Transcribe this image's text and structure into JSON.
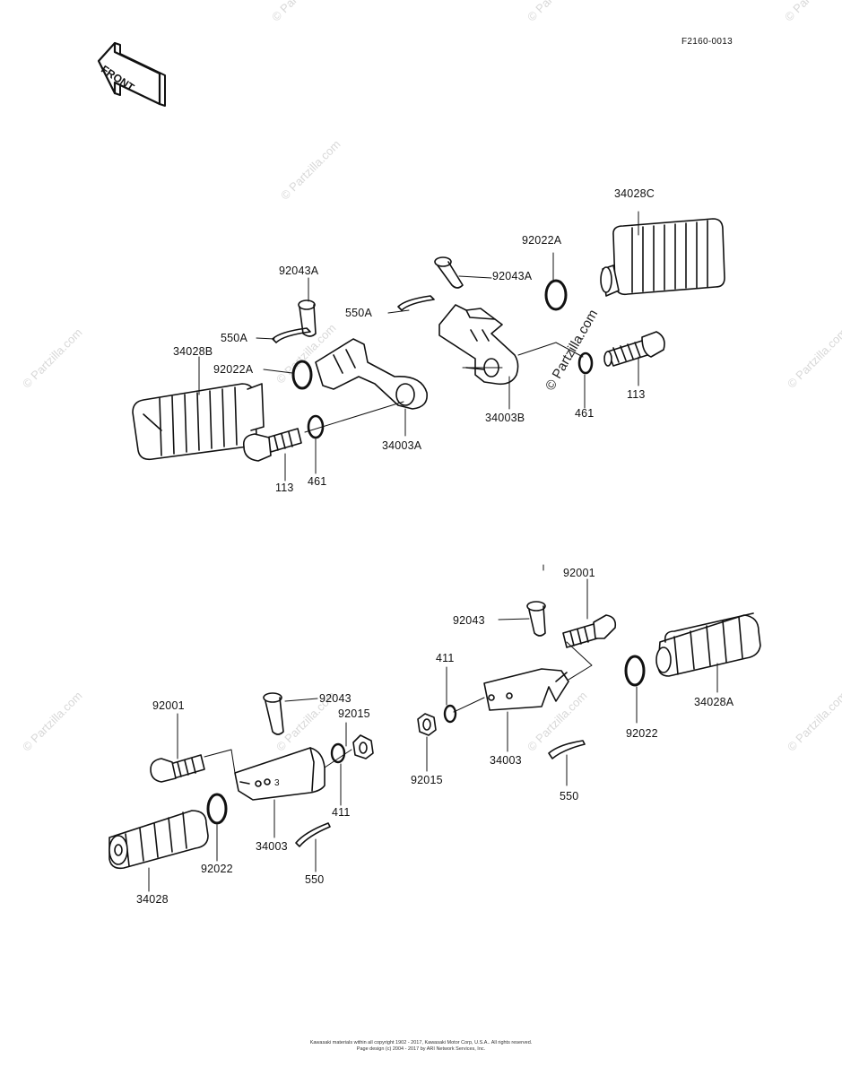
{
  "header": {
    "diagram_code": "F2160-0013",
    "front_arrow_label": "FRONT"
  },
  "watermarks": [
    "© Partzilla.com",
    "© Partzilla.com",
    "© Partzilla.com",
    "© Partzilla.com",
    "© Partzilla.com",
    "© Partzilla.com",
    "© Partzilla.com",
    "© Partzilla.com",
    "© Partzilla.com",
    "© Partzilla.com",
    "© Partzilla.com",
    "© Partzilla.com"
  ],
  "labels": {
    "p34028C": "34028C",
    "p92022A_r": "92022A",
    "p92043A_l": "92043A",
    "p92043A_r": "92043A",
    "p550A_l": "550A",
    "p550A_r": "550A",
    "p34028B": "34028B",
    "p92022A_l": "92022A",
    "p34003B": "34003B",
    "p461_r": "461",
    "p113_r": "113",
    "p34003A": "34003A",
    "p113_l": "113",
    "p461_l": "461",
    "p92001_r": "92001",
    "p92043_r": "92043",
    "p411_r": "411",
    "p34028A": "34028A",
    "p92022_r": "92022",
    "p34003_r": "34003",
    "p550_r": "550",
    "p92015_bot": "92015",
    "p92001_l": "92001",
    "p92043_l": "92043",
    "p92015_top": "92015",
    "p411_l": "411",
    "p34003_l": "34003",
    "p92022_l": "92022",
    "p550_l": "550",
    "p34028": "34028"
  },
  "copyright": {
    "line1": "Kawasaki materials within all copyright 1902 - 2017, Kawasaki Motor Corp, U.S.A.. All rights reserved.",
    "line2": "Page design (c) 2004 - 2017 by ARI Network Services, Inc."
  }
}
